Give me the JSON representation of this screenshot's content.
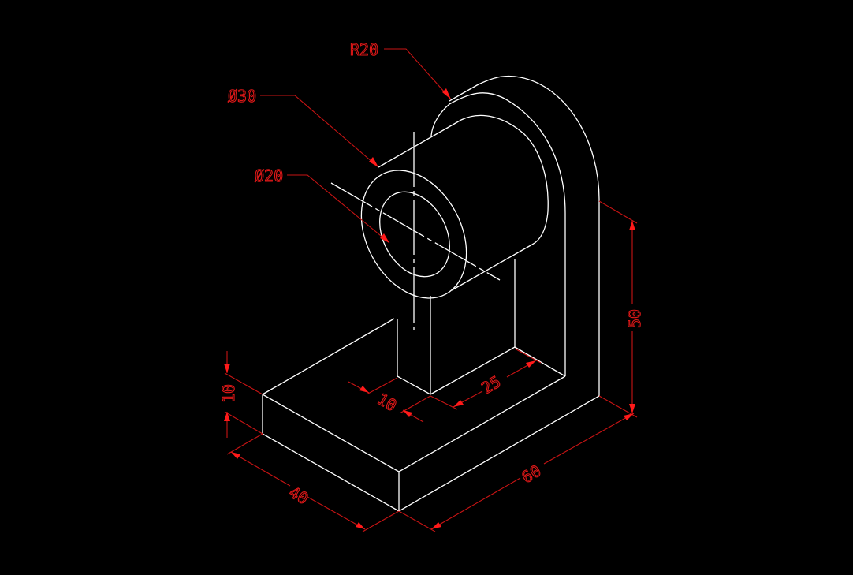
{
  "drawing": {
    "type": "isometric-cad-drawing",
    "background": "#000000",
    "object_color": "#ffffff",
    "dimension_color": "#e01818"
  },
  "dimensions": {
    "radius_label": "R20",
    "outer_diameter_label": "Ø30",
    "inner_diameter_label": "Ø20",
    "base_height": "10",
    "base_depth": "40",
    "base_length": "60",
    "overall_height": "50",
    "rib_thickness": "10",
    "rib_offset": "25"
  }
}
